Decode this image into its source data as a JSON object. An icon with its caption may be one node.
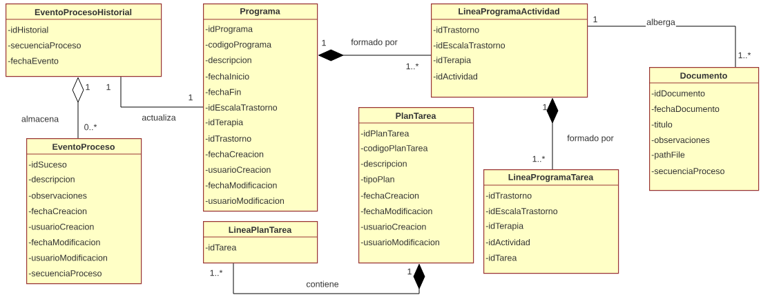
{
  "diagram": {
    "nodes": [
      {
        "text": [
          "EventoProcesoHistorial",
          "-idHistorial",
          "-secuenciaProceso",
          "-fechaEvento"
        ]
      },
      {
        "text": [
          "Programa",
          "-idPrograma",
          "-codigoPrograma",
          "-descripcion",
          "-fechaInicio",
          "-fechaFin",
          "-idEscalaTrastorno",
          "-idTerapia",
          "-idTrastorno",
          "-fechaCreacion",
          "-usuarioCreacion",
          "-fechaModificacion",
          "-usuarioModificacion"
        ]
      },
      {
        "text": [
          "LineaProgramaActividad",
          "-idTrastorno",
          "-idEscalaTrastorno",
          "-idTerapia",
          "-idActividad"
        ]
      },
      {
        "text": [
          "Documento",
          "-idDocumento",
          "-fechaDocumento",
          "-titulo",
          "-observaciones",
          "-pathFile",
          "-secuenciaProceso"
        ]
      },
      {
        "text": [
          "EventoProceso",
          "-idSuceso",
          "-descripcion",
          "-observaciones",
          "-fechaCreacion",
          "-usuarioCreacion",
          "-fechaModificacion",
          "-usuarioModificacion",
          "-secuenciaProceso"
        ]
      },
      {
        "text": [
          "PlanTarea",
          "-idPlanTarea",
          "-codigoPlanTarea",
          "-descripcion",
          "-tipoPlan",
          "-fechaCreacion",
          "-fechaModificacion",
          "-usuarioCreacion",
          "-usuarioModificacion"
        ]
      },
      {
        "text": [
          "LineaProgramaTarea",
          "-idTrastorno",
          "-idEscalaTrastorno",
          "-idTerapia",
          "-idActividad",
          "-idTarea"
        ]
      },
      {
        "text": [
          "LineaPlanTarea",
          "-idTarea"
        ]
      }
    ],
    "edges": [
      {
        "from": 0,
        "to": 4,
        "arrow": "other",
        "label": "almacena"
      },
      {
        "from": 0,
        "to": 1,
        "arrow": "none",
        "label": "actualiza"
      },
      {
        "from": 1,
        "to": 2,
        "arrow": "other",
        "label": "formado por"
      },
      {
        "from": 2,
        "to": 3,
        "arrow": "none",
        "label": "alberga"
      },
      {
        "from": 2,
        "to": 6,
        "arrow": "other",
        "label": "formado por"
      },
      {
        "from": 5,
        "to": 7,
        "arrow": "other",
        "label": "contiene"
      }
    ],
    "labels": [
      "1",
      "1",
      "1..*",
      "1..*",
      "1",
      "1",
      "1",
      "1",
      "0..*",
      "1..*",
      "1..*",
      "1"
    ]
  }
}
